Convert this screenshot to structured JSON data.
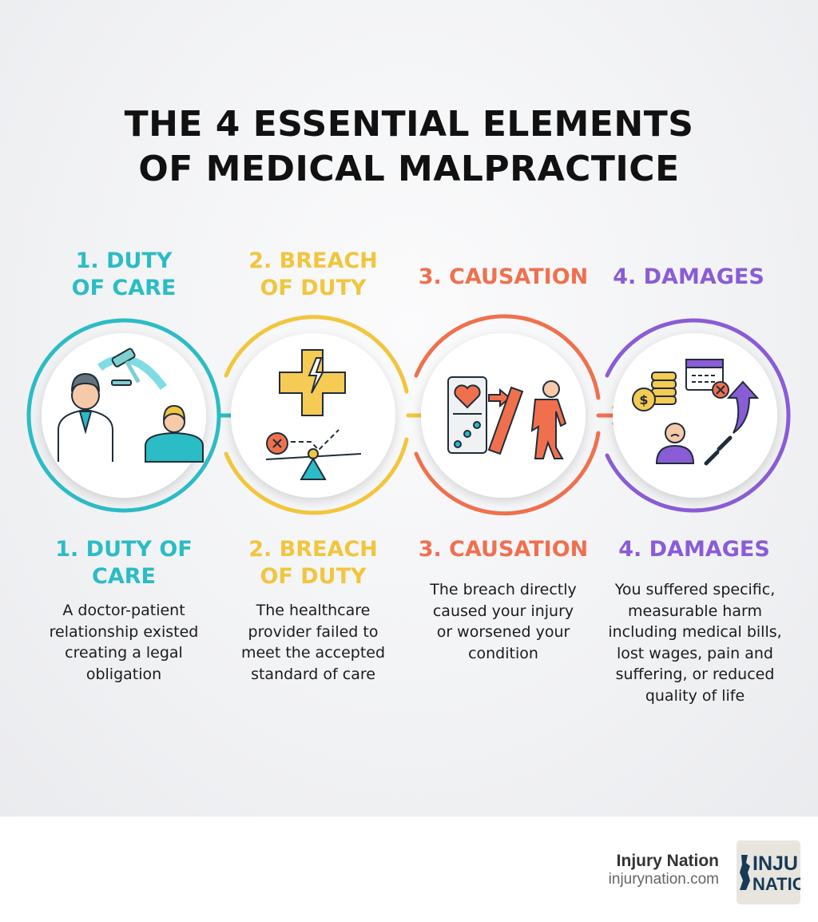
{
  "title": {
    "line1": "THE 4 ESSENTIAL ELEMENTS",
    "line2": "OF MEDICAL MALPRACTICE"
  },
  "colors": {
    "duty": "#2bbcc6",
    "breach": "#f2c53d",
    "causation": "#f0704e",
    "damages": "#8a5cd6"
  },
  "steps": [
    {
      "top_label_1": "1. DUTY",
      "top_label_2": "OF CARE",
      "bottom_label_1": "1. DUTY OF",
      "bottom_label_2": "CARE",
      "description": [
        "A doctor-patient",
        "relationship existed",
        "creating a legal",
        "obligation"
      ],
      "icon": "doctor-patient-gavel-icon"
    },
    {
      "top_label_1": "2. BREACH",
      "top_label_2": "OF DUTY",
      "bottom_label_1": "2. BREACH",
      "bottom_label_2": "OF DUTY",
      "description": [
        "The healthcare",
        "provider failed to",
        "meet the accepted",
        "standard of care"
      ],
      "icon": "broken-medical-cross-scale-icon"
    },
    {
      "top_label_1": "3. CAUSATION",
      "bottom_label_1": "3. CAUSATION",
      "description": [
        "The breach directly",
        "caused your injury",
        "or worsened your",
        "condition"
      ],
      "icon": "domino-injury-icon"
    },
    {
      "top_label_1": "4. DAMAGES",
      "bottom_label_1": "4. DAMAGES",
      "description": [
        "You suffered specific,",
        "measurable harm",
        "including medical bills,",
        "lost wages, pain and",
        "suffering, or reduced",
        "quality of life"
      ],
      "icon": "money-calendar-distress-icon"
    }
  ],
  "footer": {
    "brand": "Injury Nation",
    "url": "injurynation.com",
    "logo_text_1": "INJU",
    "logo_text_2": "NATIO"
  }
}
